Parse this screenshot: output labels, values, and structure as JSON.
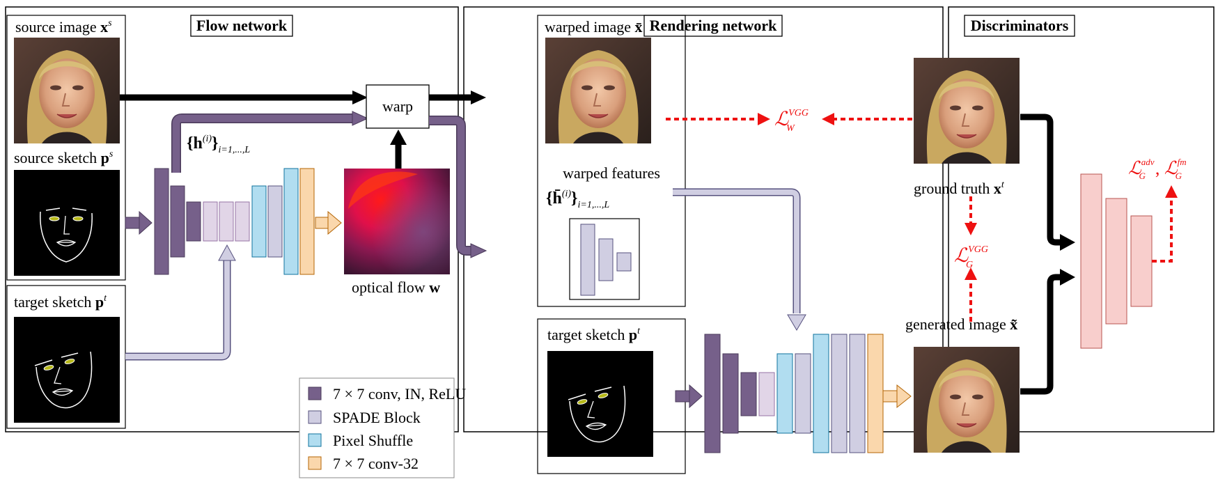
{
  "panels": {
    "flow_title": "Flow network",
    "render_title": "Rendering network",
    "disc_title": "Discriminators"
  },
  "labels": {
    "source_image": "source image",
    "source_image_sym": "x",
    "source_image_sup": "s",
    "source_sketch": "source sketch",
    "source_sketch_sym": "p",
    "source_sketch_sup": "s",
    "target_sketch": "target sketch",
    "target_sketch_sym": "p",
    "target_sketch_sup": "t",
    "target_sketch_render": "target sketch",
    "target_sketch_render_sym": "p",
    "target_sketch_render_sup": "t",
    "warp": "warp",
    "optical_flow": "optical flow",
    "optical_flow_sym": "w",
    "features": "{h",
    "features_sup": "(i)",
    "features_close": "}",
    "features_sub": "i=1,...,L",
    "warped_image": "warped image",
    "warped_image_sym": "x̄",
    "warped_features": "warped features",
    "warped_feat": "{h̄",
    "warped_feat_sup": "(i)",
    "warped_feat_close": "}",
    "warped_feat_sub": "i=1,...,L",
    "ground_truth": "ground truth",
    "ground_truth_sym": "x",
    "ground_truth_sup": "t",
    "generated_image": "generated image",
    "generated_image_sym": "x̃"
  },
  "losses": {
    "warp_vgg": "ℒ",
    "warp_vgg_sup": "VGG",
    "warp_vgg_sub": "W",
    "gen_vgg": "ℒ",
    "gen_vgg_sup": "VGG",
    "gen_vgg_sub": "G",
    "adv": "ℒ",
    "adv_sup": "adv",
    "adv_sub": "G",
    "adv_sep": ", ",
    "fm": "ℒ",
    "fm_sup": "fm",
    "fm_sub": "G"
  },
  "legend": {
    "conv": "7 × 7 conv, IN, ReLU",
    "spade": "SPADE Block",
    "shuffle": "Pixel Shuffle",
    "conv32": "7 × 7 conv-32"
  },
  "colors": {
    "conv": "#76608a",
    "spade": "#e1d5e7",
    "spade_dark": "#d0cee2",
    "shuffle": "#b1ddf0",
    "conv32": "#fad7ac",
    "disc": "#f8cecc",
    "loss": "#ee1111",
    "purple_arrow": "#76608a",
    "light_arrow": "#d0cee2"
  }
}
